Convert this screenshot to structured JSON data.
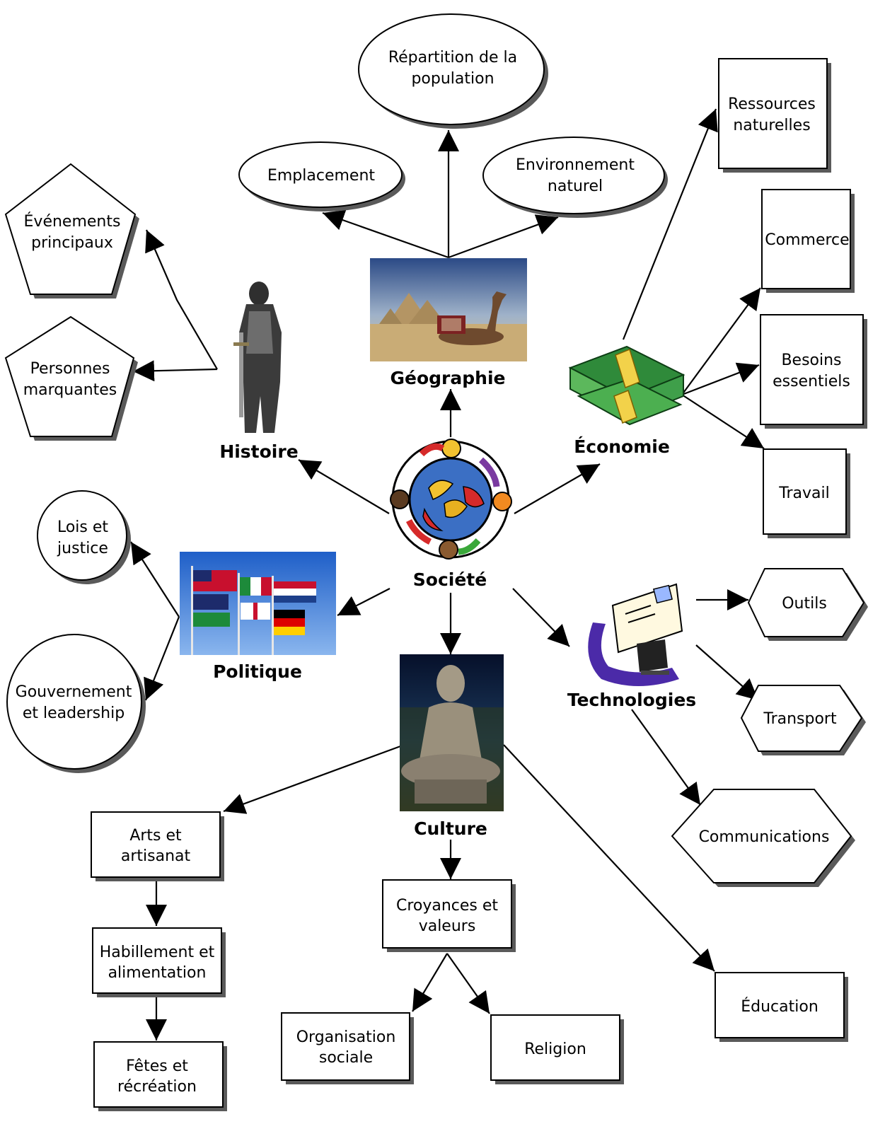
{
  "center": {
    "label": "Société"
  },
  "categories": {
    "geographie": "Géographie",
    "histoire": "Histoire",
    "economie": "Économie",
    "politique": "Politique",
    "technologies": "Technologies",
    "culture": "Culture"
  },
  "nodes": {
    "repartition": [
      "Répartition de la",
      "population"
    ],
    "emplacement": [
      "Emplacement"
    ],
    "environnement": [
      "Environnement",
      "naturel"
    ],
    "evenements": [
      "Événements",
      "principaux"
    ],
    "personnes": [
      "Personnes",
      "marquantes"
    ],
    "ressources": [
      "Ressources",
      "naturelles"
    ],
    "commerce": [
      "Commerce"
    ],
    "besoins": [
      "Besoins",
      "essentiels"
    ],
    "travail": [
      "Travail"
    ],
    "lois": [
      "Lois et",
      "justice"
    ],
    "gouvernement": [
      "Gouvernement",
      "et leadership"
    ],
    "outils": [
      "Outils"
    ],
    "transport": [
      "Transport"
    ],
    "communications": [
      "Communications"
    ],
    "arts": [
      "Arts et",
      "artisanat"
    ],
    "habillement": [
      "Habillement et",
      "alimentation"
    ],
    "fetes": [
      "Fêtes et",
      "récréation"
    ],
    "croyances": [
      "Croyances et",
      "valeurs"
    ],
    "organisation": [
      "Organisation",
      "sociale"
    ],
    "religion": [
      "Religion"
    ],
    "education": [
      "Éducation"
    ]
  },
  "icons": {
    "center": "globe-people-icon",
    "geographie": "pyramids-camel-photo",
    "histoire": "knight-armor-icon",
    "economie": "money-stacks-icon",
    "politique": "flags-photo",
    "technologies": "mail-computer-icon",
    "culture": "buddha-statue-photo"
  }
}
